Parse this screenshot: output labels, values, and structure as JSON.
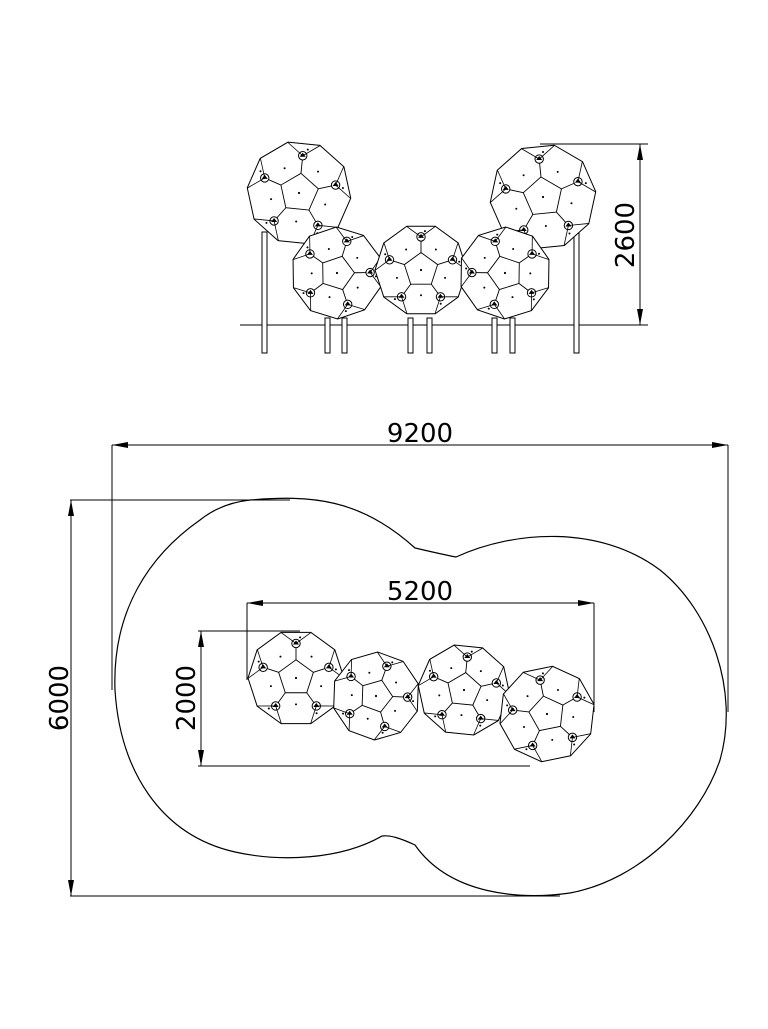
{
  "drawing": {
    "elevation_view": {
      "dimensions": {
        "height": "2600"
      }
    },
    "plan_view": {
      "dimensions": {
        "overall_width": "9200",
        "overall_depth": "6000",
        "structure_width": "5200",
        "structure_depth": "2000"
      }
    },
    "line_color": "#000000",
    "background_color": "#ffffff"
  }
}
